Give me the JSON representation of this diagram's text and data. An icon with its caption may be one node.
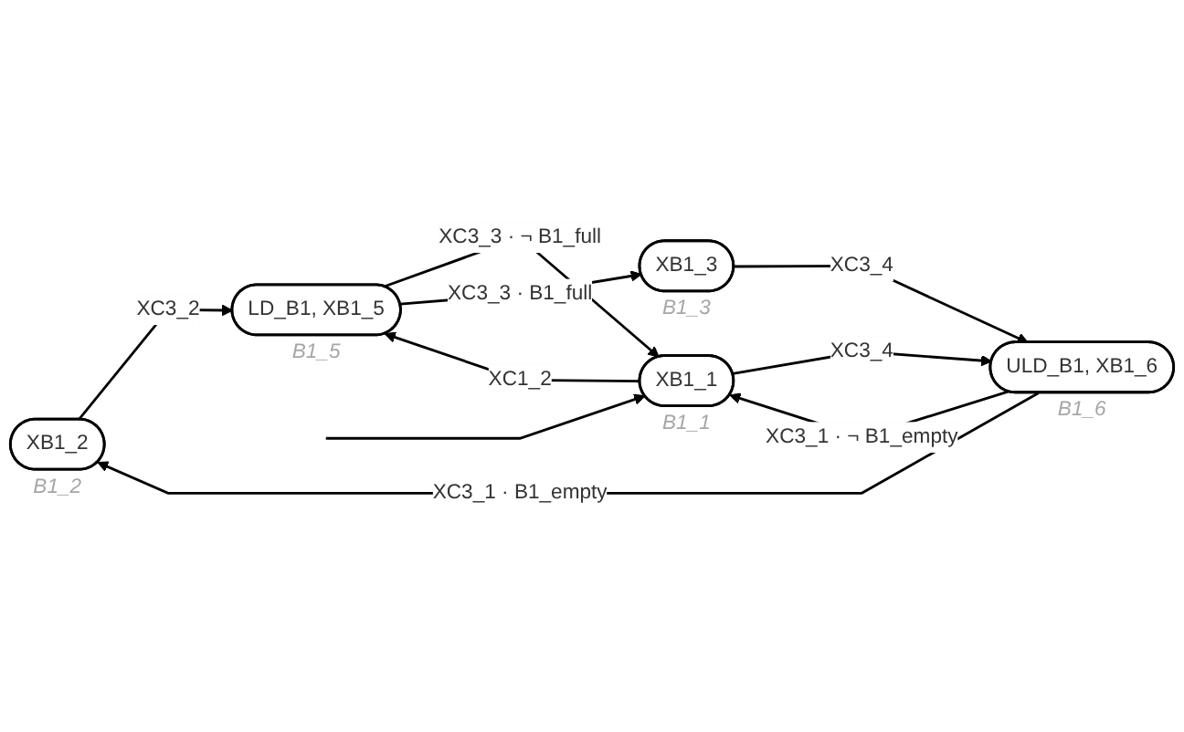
{
  "diagram": {
    "nodes": [
      {
        "text": [
          "XB1_2"
        ],
        "beside": [
          "B1_2"
        ]
      },
      {
        "text": [
          "ULD_B1, XB1_6"
        ],
        "beside": [
          "B1_6"
        ]
      },
      {
        "text": [
          "XB1_1"
        ],
        "beside": [
          "B1_1"
        ]
      },
      {
        "text": [
          "LD_B1, XB1_5"
        ],
        "beside": [
          "B1_5"
        ]
      },
      {
        "text": [
          "XB1_3"
        ],
        "beside": [
          "B1_3"
        ]
      }
    ],
    "edges": [
      {
        "from": 1,
        "to": 0,
        "arrow": "to",
        "label": "XC3_1 · B1_empty"
      },
      {
        "from": 0,
        "to": 3,
        "arrow": "to",
        "label": "XC3_2"
      },
      {
        "from": 1,
        "to": 2,
        "arrow": "to",
        "label": "XC3_1 · ¬ B1_empty"
      },
      {
        "from": 3,
        "to": 2,
        "arrow": "to",
        "label": "XC3_3 · ¬ B1_full"
      },
      {
        "from": null,
        "to": 2,
        "arrow": "to"
      },
      {
        "from": 2,
        "to": 1,
        "arrow": "to",
        "label": "XC3_4"
      },
      {
        "from": 2,
        "to": 3,
        "arrow": "to",
        "label": "XC1_2"
      },
      {
        "from": 3,
        "to": 4,
        "arrow": "to",
        "label": "XC3_3 · B1_full"
      },
      {
        "from": 4,
        "to": 1,
        "arrow": "to",
        "label": "XC3_4"
      }
    ]
  }
}
